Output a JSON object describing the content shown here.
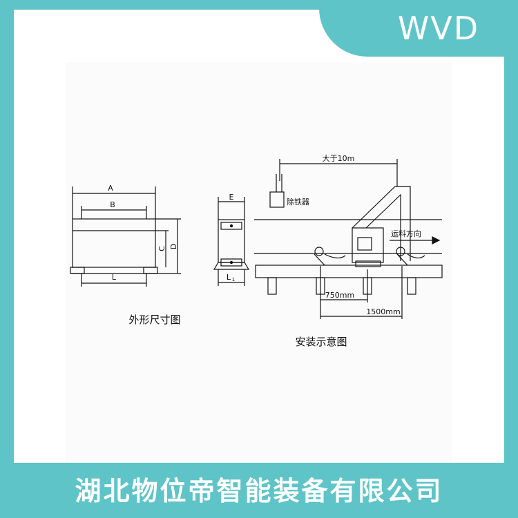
{
  "brand": {
    "name": "WVD"
  },
  "footer": {
    "company": "湖北物位帝智能装备有限公司"
  },
  "dimension_figure": {
    "caption": "外形尺寸图",
    "labels": {
      "a": "A",
      "b": "B",
      "c": "C",
      "d": "D",
      "l": "L",
      "e": "E",
      "l1": "L",
      "l1_sub": "1"
    }
  },
  "install_figure": {
    "caption": "安装示意图",
    "distance_label": "大于10m",
    "remover_label": "除铁器",
    "direction_label": "运料方向",
    "spacing_750": "750mm",
    "spacing_1500": "1500mm"
  }
}
